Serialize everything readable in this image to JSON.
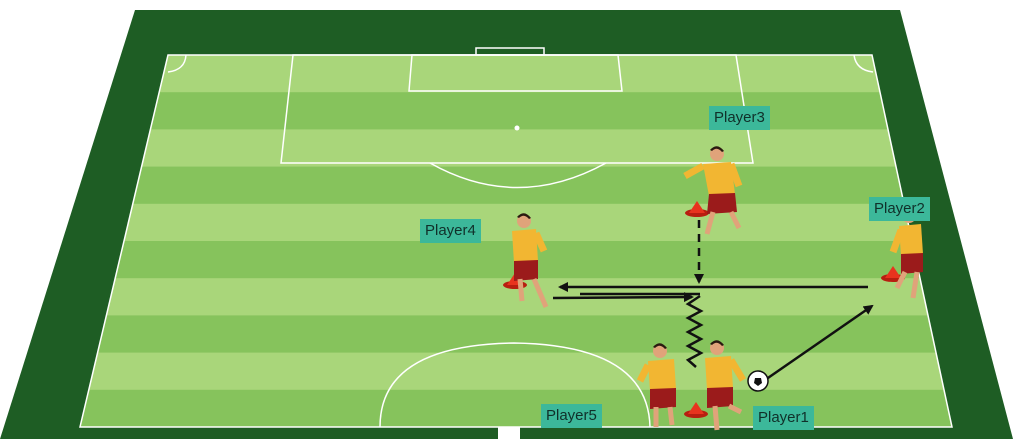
{
  "colors": {
    "border": "#1e5d24",
    "stripe_light": "#a9d67a",
    "stripe_dark": "#86c35c",
    "line": "#ffffff",
    "label_bg": "#3cb89a",
    "shirt": "#f2b632",
    "shorts": "#9b1b1b",
    "cone": "#e8331e"
  },
  "players": [
    {
      "id": "player1",
      "label": "Player1"
    },
    {
      "id": "player2",
      "label": "Player2"
    },
    {
      "id": "player3",
      "label": "Player3"
    },
    {
      "id": "player4",
      "label": "Player4"
    },
    {
      "id": "player5",
      "label": "Player5"
    }
  ],
  "icons": [
    "player-figure-icon",
    "cone-icon",
    "ball-icon",
    "pass-arrow",
    "dribble-zigzag",
    "run-dashed-arrow"
  ]
}
